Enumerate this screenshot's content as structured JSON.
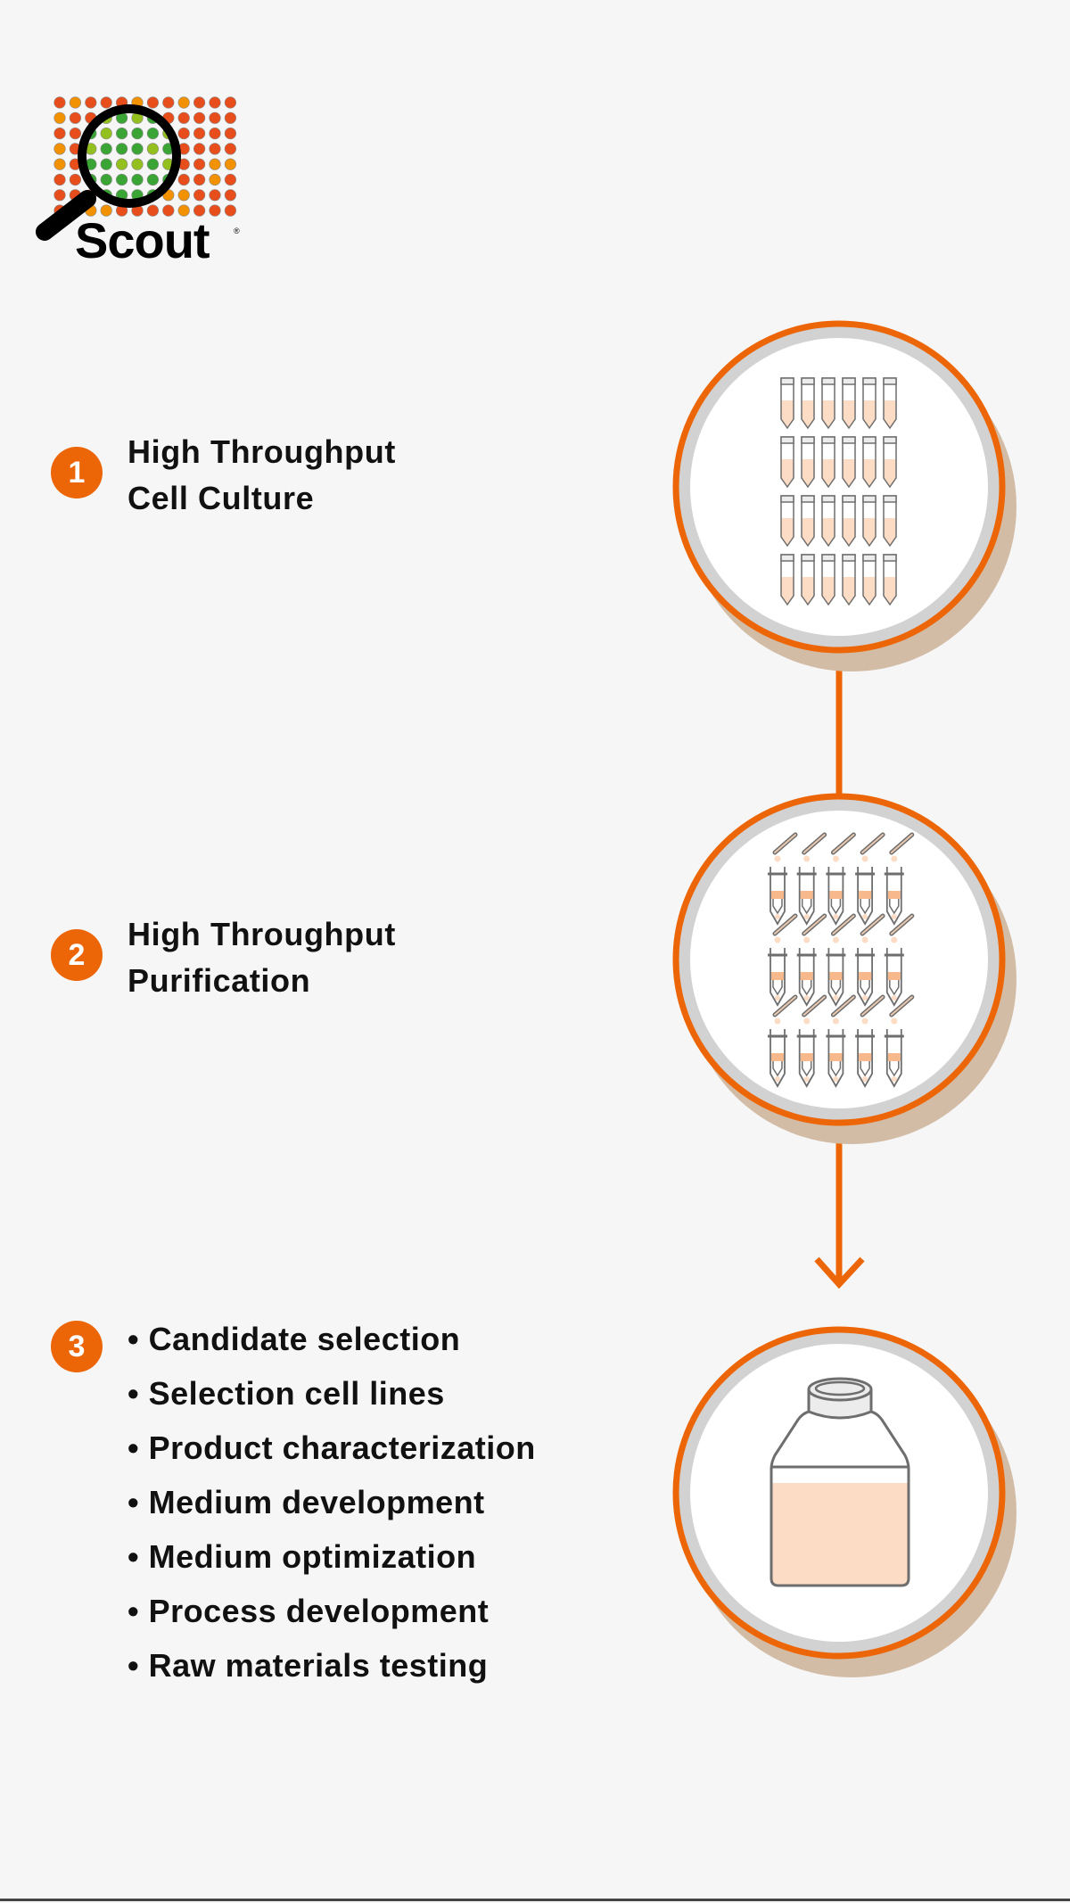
{
  "logo": {
    "text": "Scout",
    "registered": "®"
  },
  "steps": [
    {
      "number": "1",
      "line1": "High Throughput",
      "line2": "Cell Culture"
    },
    {
      "number": "2",
      "line1": "High Throughput",
      "line2": "Purification"
    },
    {
      "number": "3",
      "bullets": [
        "Candidate selection",
        "Selection cell lines",
        "Product characterization",
        "Medium development",
        "Medium optimization",
        "Process development",
        "Raw materials testing"
      ]
    }
  ],
  "colors": {
    "accent": "#ec6608",
    "ring": "#d2d2d2",
    "shadow": "#d3bca5",
    "liquid": "#fcdcc4",
    "band": "#f7b98c",
    "outline": "#6e6e6e",
    "green": "#3aa535",
    "lightgreen": "#93c01f",
    "red": "#e84e1b",
    "orange": "#f39200"
  }
}
